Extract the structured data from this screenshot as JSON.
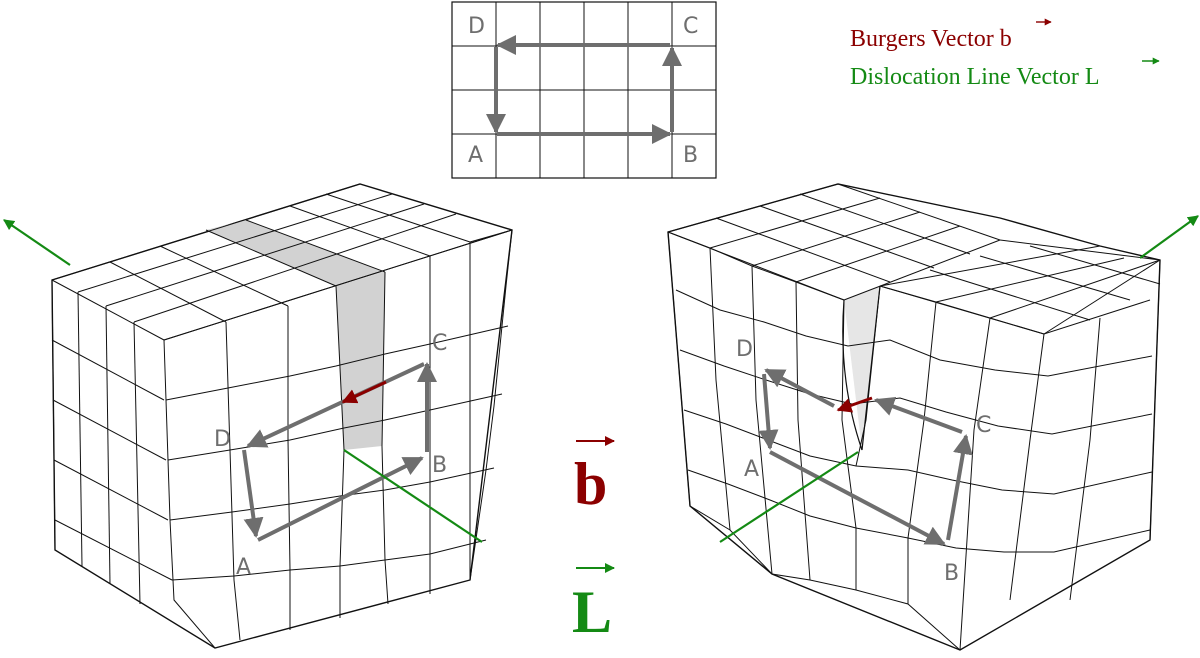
{
  "legend": {
    "burgers": "Burgers Vector b",
    "dislocation": "Dislocation Line Vector L",
    "burgers_color": "#8b0000",
    "line_color": "#148a14"
  },
  "symbols": {
    "b": "b",
    "L": "L"
  },
  "perfect_grid": {
    "corners": [
      "A",
      "B",
      "C",
      "D"
    ]
  },
  "edge_dislocation": {
    "corners": [
      "A",
      "B",
      "C",
      "D"
    ]
  },
  "screw_dislocation": {
    "corners": [
      "A",
      "B",
      "C",
      "D"
    ]
  },
  "colors": {
    "circuit": "#6e6e6e",
    "extra_half_plane": "#d2d2d2",
    "grid": "#111111"
  }
}
